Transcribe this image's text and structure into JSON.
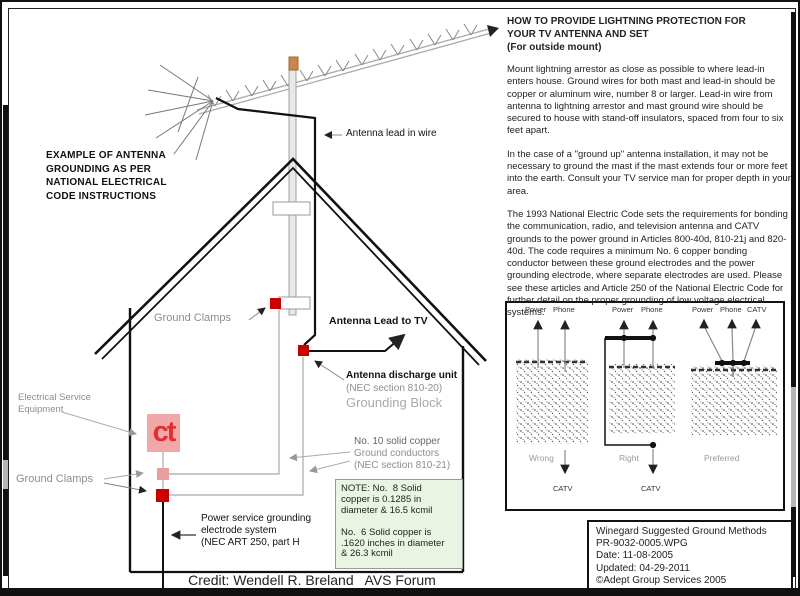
{
  "right_column": {
    "heading": "HOW TO PROVIDE LIGHTNING PROTECTION FOR\nYOUR TV ANTENNA AND SET\n(For outside mount)",
    "para1": "Mount lightning arrestor as close as possible to where lead-in enters house. Ground wires for both mast and lead-in should be copper or aluminum wire, number 8 or larger. Lead-in wire from antenna to lightning arrestor and mast ground wire should be secured to house with stand-off insulators, spaced from four to six feet apart.",
    "para2": "In the case of a \"ground up\" antenna installation, it may not be necessary to ground the mast if the mast extends four or more feet into the earth. Consult your TV service man for proper depth in your area.",
    "para3": "The 1993 National Electric Code sets the requirements for bonding the communication, radio, and television antenna and CATV grounds to the power ground in Articles 800-40d, 810-21j and 820-40d. The code requires a minimum No. 6 copper bonding conductor between these ground electrodes and the power grounding electrode, where separate electrodes are used. Please see these articles and Article 250 of the National Electric Code for further detail on the proper grounding of low voltage electrical systems."
  },
  "diagram": {
    "title": "EXAMPLE OF ANTENNA\nGROUNDING AS PER\nNATIONAL ELECTRICAL\nCODE INSTRUCTIONS",
    "labels": {
      "antenna_lead_in": "Antenna lead in wire",
      "ground_clamps_upper": "Ground Clamps",
      "antenna_lead_to_tv": "Antenna Lead to TV",
      "discharge_unit": "Antenna discharge unit",
      "discharge_nec": "(NEC section 810-20)",
      "grounding_block": "Grounding Block",
      "electrical_service": "Electrical Service\nEquipment",
      "ground_clamps_lower": "Ground Clamps",
      "conductor_line1": "No. 10 solid copper",
      "conductor_line2": "Ground conductors\n(NEC section 810-21)",
      "power_service": "Power service grounding\nelectrode system\n(NEC ART 250, part H",
      "watermark": "ct"
    },
    "note": "NOTE: No.  8 Solid\ncopper is 0.1285 in\ndiameter & 16.5 kcmil\n\nNo.  6 Solid copper is\n.1620 inches in diameter\n& 26.3 kcmil"
  },
  "ground_methods": {
    "wrong": {
      "top_labels": [
        "Power",
        "Phone"
      ],
      "caption": "Wrong",
      "bottom_label": "CATV"
    },
    "right": {
      "top_labels": [
        "Power",
        "Phone"
      ],
      "caption": "Right",
      "bottom_label": "CATV"
    },
    "preferred": {
      "top_labels": [
        "Power",
        "Phone",
        "CATV"
      ],
      "caption": "Preferred"
    }
  },
  "info_box": "Winegard Suggested Ground Methods\nPR-9032-0005.WPG\nDate: 11-08-2005\nUpdated: 04-29-2011\n©Adept Group Services 2005",
  "credit": "Credit: Wendell R. Breland   AVS Forum",
  "colors": {
    "clamp_red": "#cc0000",
    "clamp_pink": "#e89e9e",
    "note_bg": "#e9f5e2",
    "watermark_pink": "#f2a8a8",
    "watermark_red": "#e03030"
  }
}
